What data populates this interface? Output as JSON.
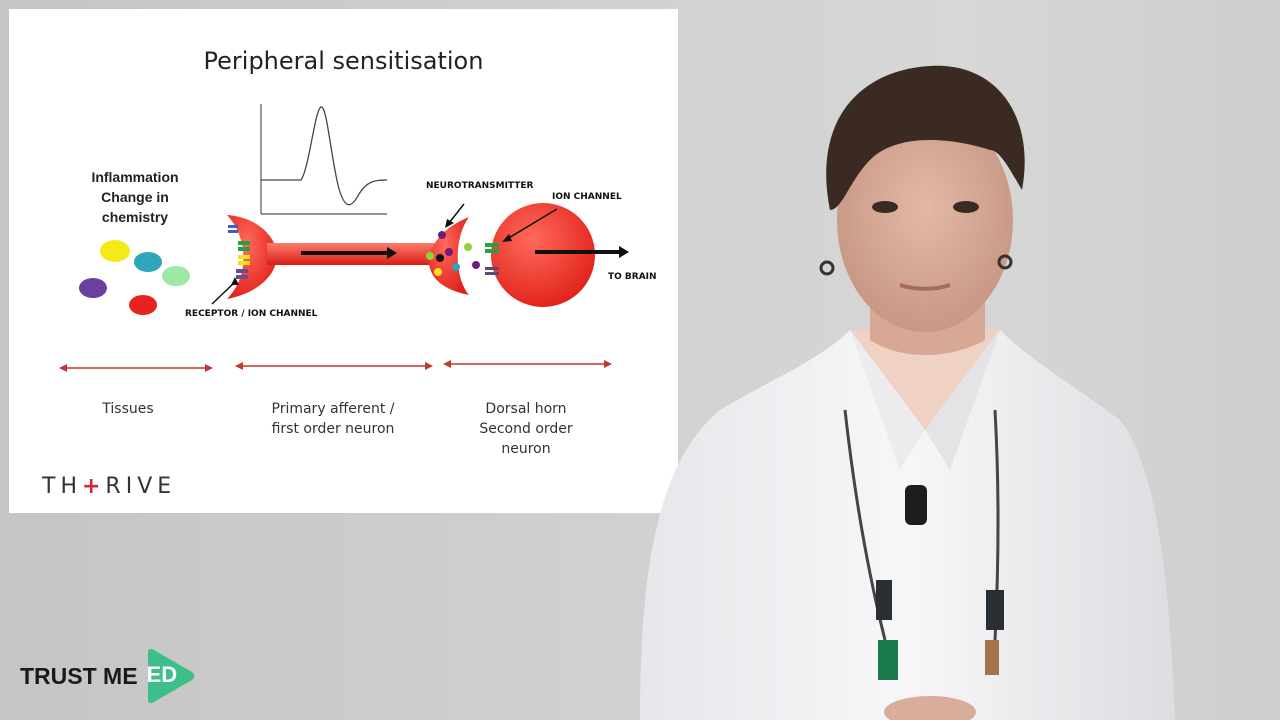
{
  "slide": {
    "title": "Peripheral sensitisation",
    "inflammation_lines": [
      "Inflammation",
      "Change in",
      "chemistry"
    ],
    "labels": {
      "neurotransmitter": "NEUROTRANSMITTER",
      "ion_channel": "ION CHANNEL",
      "to_brain": "TO BRAIN",
      "receptor_ion_channel": "RECEPTOR / ION CHANNEL"
    },
    "regions": {
      "tissues": "Tissues",
      "primary_line1": "Primary afferent /",
      "primary_line2": "first order neuron",
      "dorsal_line1": "Dorsal horn",
      "dorsal_line2": "Second order",
      "dorsal_line3": "neuron"
    },
    "logo": {
      "left": "TH",
      "plus": "+",
      "right": "RIVE"
    }
  },
  "brand": {
    "text": "TRUST ME",
    "badge": "ED",
    "badge_color": "#3dbf8a"
  },
  "colors": {
    "neuron_red": "#e8231f",
    "arrow_red": "#c0392b"
  }
}
